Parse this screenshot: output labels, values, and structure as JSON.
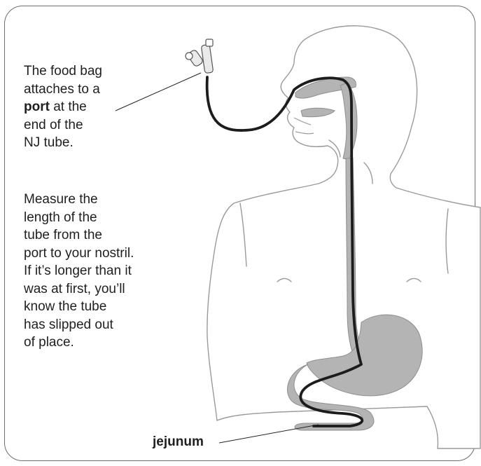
{
  "colors": {
    "outline": "#9a9a9a",
    "organ_fill": "#b4b4b4",
    "tube": "#1c1c1c",
    "text": "#1f1f1f",
    "frame": "#6d6d6d"
  },
  "annotations": {
    "port_note": {
      "line1": "The food bag",
      "line2": "attaches to a",
      "line3_bold": "port",
      "line3_rest": " at the",
      "line4": "end of the",
      "line5": "NJ tube."
    },
    "measure_note": [
      "Measure the",
      "length of the",
      "tube from the",
      "port to your nostril.",
      "If it’s longer than it",
      "was at first, you’ll",
      "know the tube",
      "has slipped out",
      "of place."
    ],
    "jejunum_label": "jejunum"
  }
}
